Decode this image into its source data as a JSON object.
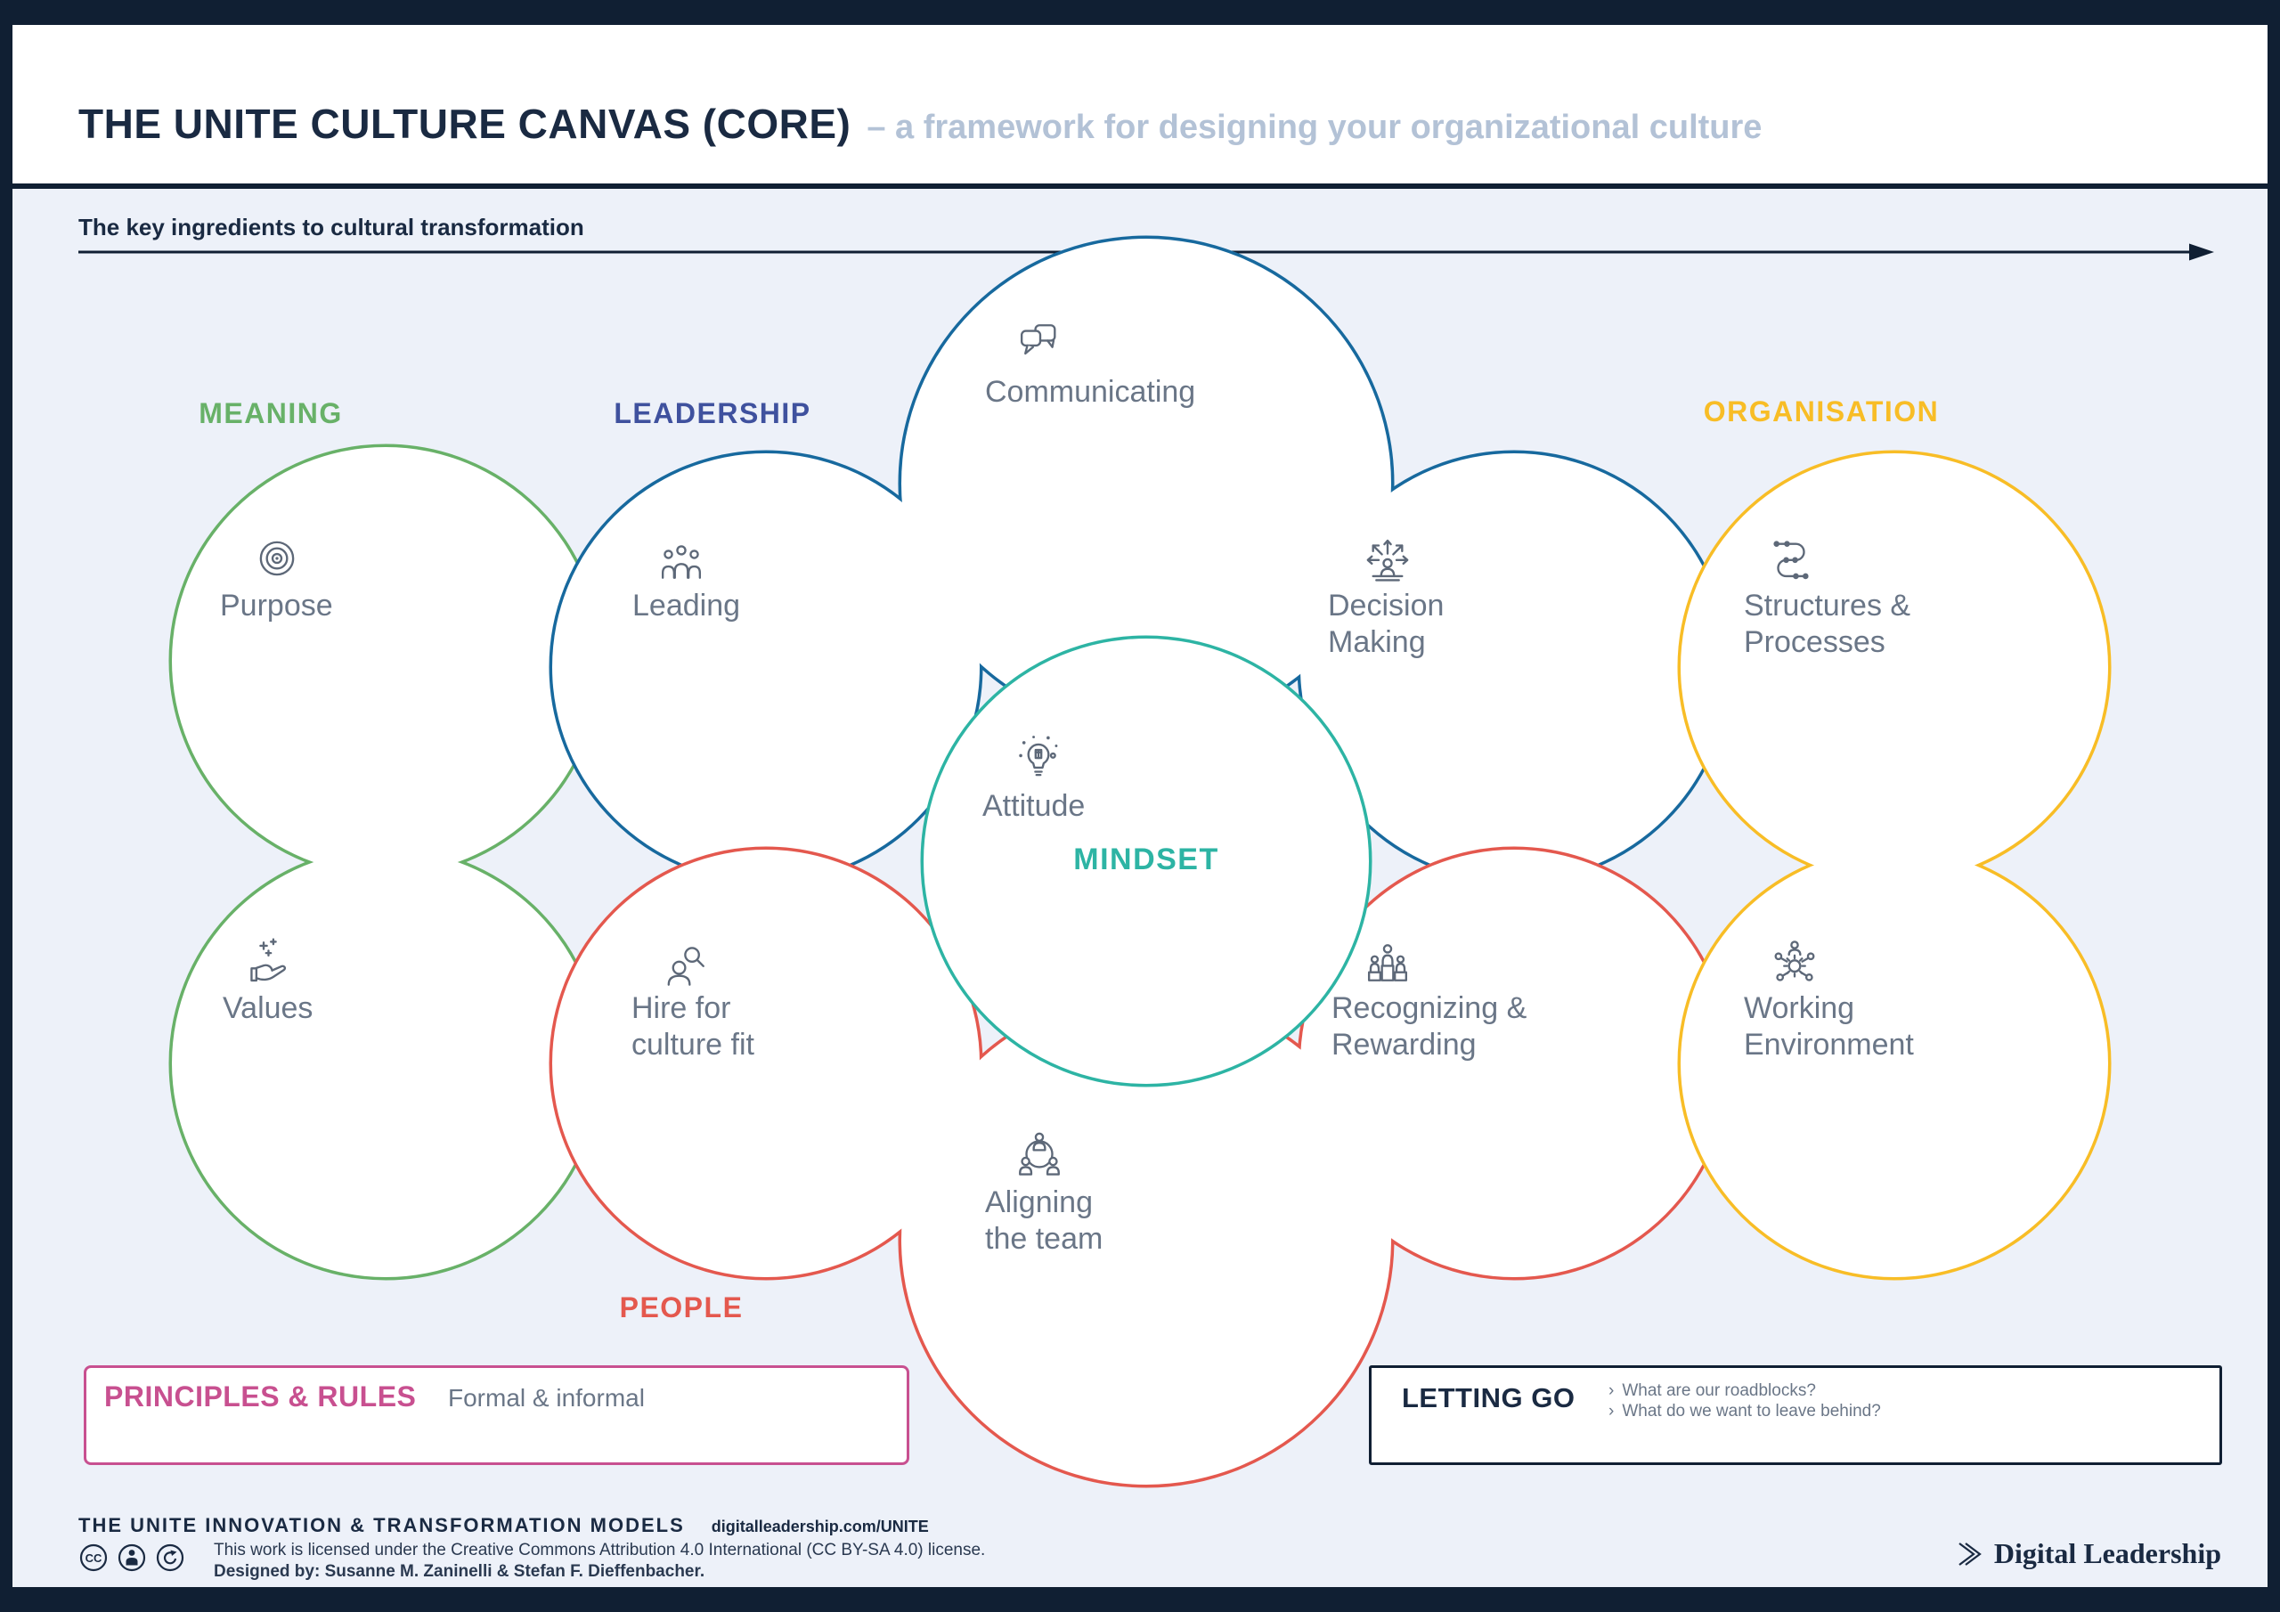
{
  "palette": {
    "frame": "#101f33",
    "header_text": "#1a2a42",
    "bg": "#edf1f9",
    "white": "#ffffff",
    "label": "#6a7687",
    "icon": "#5d6878",
    "subtitle": "#b3c2d6",
    "pink": "#c85090"
  },
  "header": {
    "title": "THE UNITE CULTURE CANVAS (CORE)",
    "subtitle": "– a framework for designing your organizational culture"
  },
  "intro": {
    "heading": "The key ingredients to cultural transformation"
  },
  "clusters": {
    "meaning": {
      "label": "MEANING",
      "color": "#68b168"
    },
    "leadership": {
      "label": "LEADERSHIP",
      "text_color": "#3f519e",
      "stroke": "#17699e"
    },
    "people": {
      "label": "PEOPLE",
      "color": "#e4584e"
    },
    "organisation": {
      "label": "ORGANISATION",
      "color": "#f8bd26"
    },
    "mindset": {
      "label": "MINDSET",
      "color": "#2db4a4"
    }
  },
  "nodes": {
    "communicating": {
      "label": "Communicating"
    },
    "purpose": {
      "label": "Purpose"
    },
    "leading": {
      "label": "Leading"
    },
    "decision": {
      "line1": "Decision",
      "line2": "Making"
    },
    "structures": {
      "line1": "Structures &",
      "line2": "Processes"
    },
    "attitude": {
      "label": "Attitude"
    },
    "values": {
      "label": "Values"
    },
    "hire": {
      "line1": "Hire for",
      "line2": "culture fit"
    },
    "recognizing": {
      "line1": "Recognizing &",
      "line2": "Rewarding"
    },
    "working": {
      "line1": "Working",
      "line2": "Environment"
    },
    "aligning": {
      "line1": "Aligning",
      "line2": "the team"
    }
  },
  "boxes": {
    "principles": {
      "title": "PRINCIPLES & RULES",
      "note": "Formal & informal"
    },
    "letting_go": {
      "title": "LETTING GO",
      "bullet_marker": "›",
      "bullets": [
        "What are our roadblocks?",
        "What do we want to leave behind?"
      ]
    }
  },
  "footer": {
    "models_title": "THE UNITE INNOVATION & TRANSFORMATION MODELS",
    "url": "digitalleadership.com/UNITE",
    "license": "This work is licensed under the Creative Commons Attribution 4.0 International (CC BY-SA 4.0) license.",
    "designed_by": "Designed by: Susanne M. Zaninelli & Stefan F. Dieffenbacher.",
    "brand": "Digital Leadership"
  }
}
